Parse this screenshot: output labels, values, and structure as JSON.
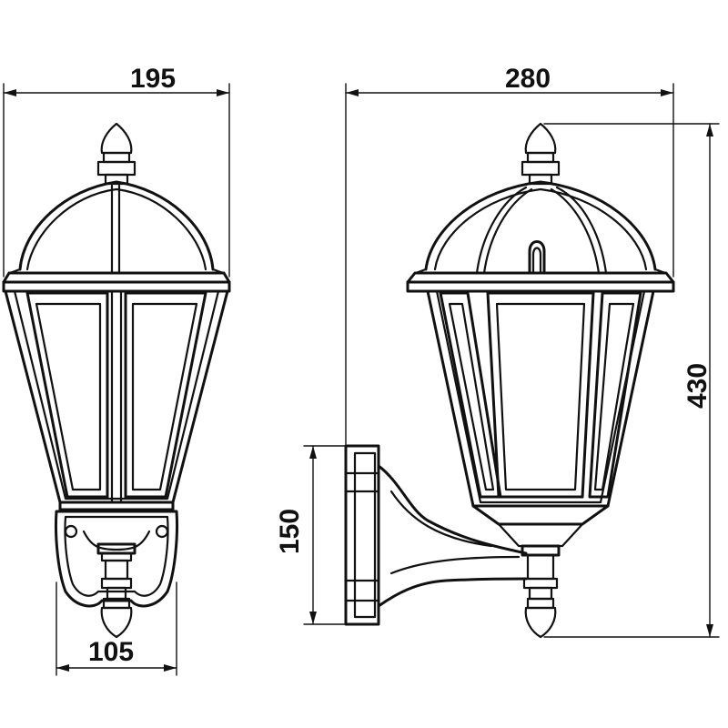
{
  "dimensions": {
    "front_width": "195",
    "side_width": "280",
    "total_height": "430",
    "bracket_height": "150",
    "base_width": "105"
  },
  "colors": {
    "line": "#111111",
    "background": "#ffffff"
  }
}
